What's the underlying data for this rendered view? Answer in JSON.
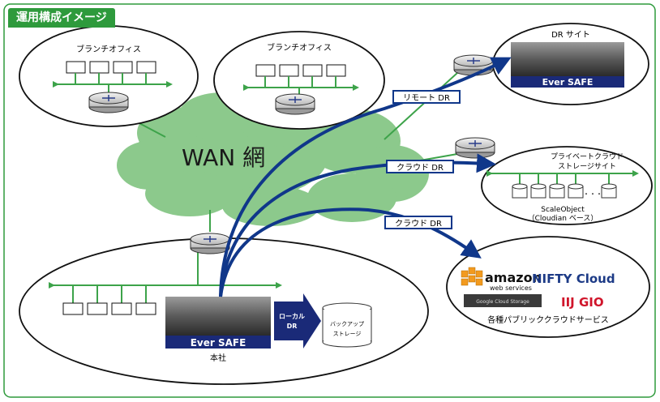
{
  "header": {
    "title": "運用構成イメージ"
  },
  "sites": {
    "branch_left": "ブランチオフィス",
    "branch_right": "ブランチオフィス",
    "dr_site": "DR サイト",
    "private_cloud_line1": "プライベートクラウド",
    "private_cloud_line2": "ストレージサイト",
    "scaleobject_line1": "ScaleObject",
    "scaleobject_line2": "（Cloudian ベース）",
    "public_cloud": "各種パブリッククラウドサービス",
    "head_office": "本社",
    "backup_storage_line1": "バックアップ",
    "backup_storage_line2": "ストレージ"
  },
  "network": {
    "wan_label": "WAN 網"
  },
  "products": {
    "ever_safe": "Ever SAFE"
  },
  "dr_labels": {
    "remote": "リモート DR",
    "cloud_private": "クラウド DR",
    "cloud_public": "クラウド DR",
    "local_line1": "ローカル",
    "local_line2": "DR"
  },
  "public_clouds": {
    "amazon_word": "amazon",
    "amazon_sub": "web services",
    "nifty": "NIFTY Cloud",
    "iij": "IIJ GIO",
    "google": "Google Cloud Storage"
  },
  "storage_ellipsis": "・・・",
  "colors": {
    "frame_green": "#2e9a3c",
    "cloud_green": "#8cc98c",
    "lan_green": "#3da34a",
    "arrow_navy": "#10378a",
    "product_navy": "#1a2a78",
    "label_border": "#10378a"
  }
}
